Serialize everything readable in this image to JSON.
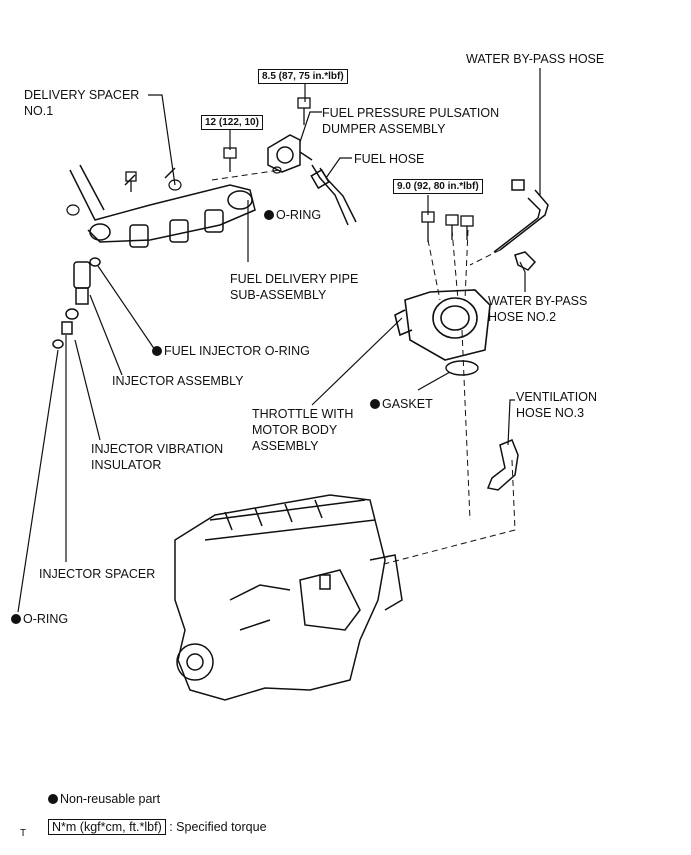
{
  "labels": {
    "delivery_spacer": [
      "DELIVERY SPACER",
      "NO.1"
    ],
    "pulsation_damper": [
      "FUEL PRESSURE PULSATION",
      "DUMPER ASSEMBLY"
    ],
    "fuel_hose": "FUEL HOSE",
    "water_bypass_hose": "WATER BY-PASS HOSE",
    "o_ring_upper": "O-RING",
    "delivery_pipe": [
      "FUEL DELIVERY PIPE",
      "SUB-ASSEMBLY"
    ],
    "water_bypass_hose_no2": [
      "WATER BY-PASS",
      "HOSE NO.2"
    ],
    "fuel_injector_o_ring": "FUEL INJECTOR O-RING",
    "injector_assembly": "INJECTOR ASSEMBLY",
    "gasket": "GASKET",
    "ventilation_hose": [
      "VENTILATION",
      "HOSE NO.3"
    ],
    "throttle_body": [
      "THROTTLE WITH",
      "MOTOR BODY",
      "ASSEMBLY"
    ],
    "vibration_insulator": [
      "INJECTOR VIBRATION",
      "INSULATOR"
    ],
    "injector_spacer": "INJECTOR SPACER",
    "o_ring_lower": "O-RING"
  },
  "torques": {
    "damper": "8.5 (87, 75 in.*lbf)",
    "pipe_bolt": "12 (122, 10)",
    "throttle": "9.0 (92, 80 in.*lbf)"
  },
  "legend": {
    "non_reusable": "Non-reusable part",
    "torque_unit": "N*m (kgf*cm, ft.*lbf)",
    "specified_torque": ": Specified torque"
  },
  "corner_mark": "T"
}
